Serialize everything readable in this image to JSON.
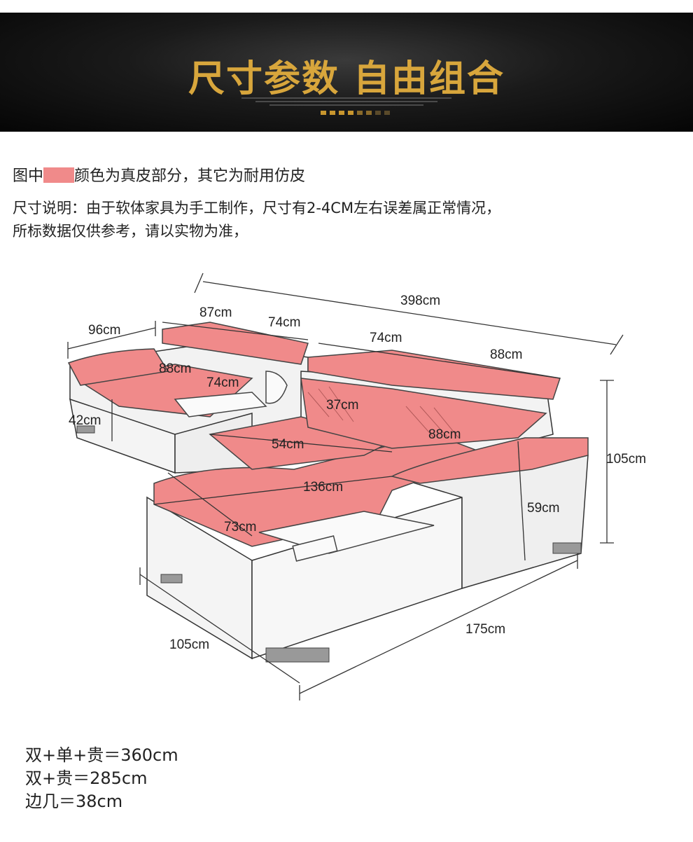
{
  "banner": {
    "title": "尺寸参数  自由组合"
  },
  "intro": {
    "line1_prefix": "图中",
    "line1_suffix": "颜色为真皮部分，其它为耐用仿皮",
    "line2": "尺寸说明：由于软体家具为手工制作，尺寸有2-4CM左右误差属正常情况，",
    "line3": "所标数据仅供参考，请以实物为准，"
  },
  "colors": {
    "leather": "#f08a8a",
    "gold": "#d8a63c"
  },
  "dimensions": {
    "total_width": "398cm",
    "left_arm_depth": "96cm",
    "headrest_left": "87cm",
    "headrest_mid": "74cm",
    "headrest_right_a": "74cm",
    "headrest_right_b": "88cm",
    "seat_left": "88cm",
    "seat_mid": "74cm",
    "seat_height": "42cm",
    "back_height": "37cm",
    "right_seat": "88cm",
    "seat_depth": "54cm",
    "overall_height": "105cm",
    "chaise_length": "136cm",
    "arm_height": "59cm",
    "chaise_width": "73cm",
    "chaise_depth": "105cm",
    "chaise_total": "175cm"
  },
  "footer": {
    "line1": "双+单+贵＝360cm",
    "line2": "双+贵＝285cm",
    "line3": "边几＝38cm"
  }
}
